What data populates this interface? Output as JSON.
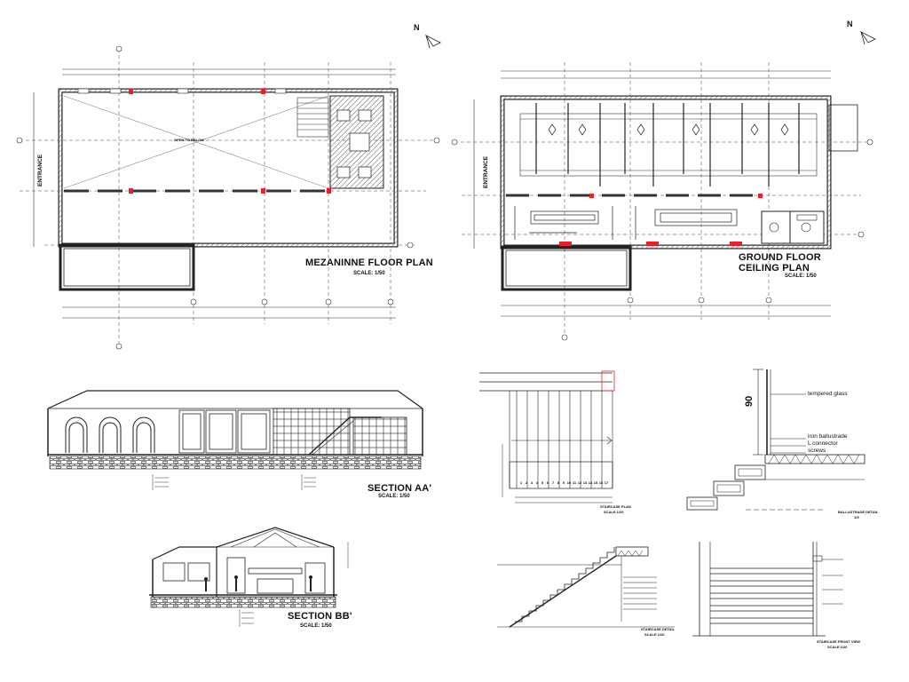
{
  "north_label": "N",
  "mezzanine": {
    "title": "MEZANINNE FLOOR PLAN",
    "scale": "SCALE: 1/50",
    "open_to_below": "OPEN TO BELOW",
    "entrance": "ENTRANCE"
  },
  "ground": {
    "title_line1": "GROUND FLOOR",
    "title_line2": "CEILING PLAN",
    "scale": "SCALE: 1/50",
    "entrance": "ENTRANCE"
  },
  "section_aa": {
    "title": "SECTION AA'",
    "scale": "SCALE: 1/50"
  },
  "section_bb": {
    "title": "SECTION BB'",
    "scale": "SCALE: 1/50"
  },
  "staircase_plan": {
    "title": "STAIRCASE PLAN",
    "scale": "SCALE 1/20",
    "steps": [
      "1",
      "2",
      "3",
      "4",
      "5",
      "6",
      "7",
      "8",
      "9",
      "10",
      "11",
      "12",
      "13",
      "14",
      "15",
      "16",
      "17"
    ]
  },
  "balustrade": {
    "title": "BALLUSTRADE DETAIL",
    "scale": "1/5",
    "height": "90",
    "tempered_glass": "tempered glass",
    "iron": "iron ballustrade",
    "l_connector": "L connector",
    "screws": "screws"
  },
  "staircase_detail": {
    "title": "STAIRCASE DETAIL",
    "scale": "SCALE 1/20"
  },
  "staircase_front": {
    "title": "STAIRCASE FRONT VIEW",
    "scale": "SCALE 1/20"
  },
  "colors": {
    "line": "#1a1a1a",
    "hatch": "#8a8a8a",
    "accent": "#e8202a"
  }
}
